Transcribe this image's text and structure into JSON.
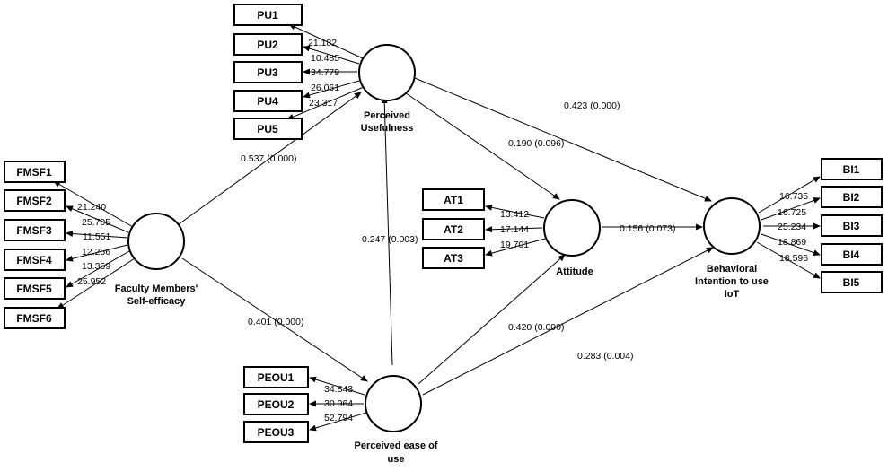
{
  "constructs": {
    "pu": {
      "name": [
        "Perceived",
        "Usefulness"
      ]
    },
    "fmsf": {
      "name": [
        "Faculty Members'",
        "Self-efficacy"
      ]
    },
    "at": {
      "name": [
        "Attitude"
      ]
    },
    "bi": {
      "name": [
        "Behavioral",
        "Intention to use",
        "IoT"
      ]
    },
    "peou": {
      "name": [
        "Perceived ease of",
        "use"
      ]
    }
  },
  "indicators": {
    "pu": [
      {
        "label": "PU1",
        "loading": "21.182"
      },
      {
        "label": "PU2",
        "loading": "10.485"
      },
      {
        "label": "PU3",
        "loading": "34.779"
      },
      {
        "label": "PU4",
        "loading": "26.061"
      },
      {
        "label": "PU5",
        "loading": "23.317"
      }
    ],
    "fmsf": [
      {
        "label": "FMSF1",
        "loading": "21.240"
      },
      {
        "label": "FMSF2",
        "loading": "25.705"
      },
      {
        "label": "FMSF3",
        "loading": "11.551"
      },
      {
        "label": "FMSF4",
        "loading": "12.256"
      },
      {
        "label": "FMSF5",
        "loading": "13.359"
      },
      {
        "label": "FMSF6",
        "loading": "25.952"
      }
    ],
    "at": [
      {
        "label": "AT1",
        "loading": "13.412"
      },
      {
        "label": "AT2",
        "loading": "17.144"
      },
      {
        "label": "AT3",
        "loading": "19.701"
      }
    ],
    "bi": [
      {
        "label": "BI1",
        "loading": "16.735"
      },
      {
        "label": "BI2",
        "loading": "16.725"
      },
      {
        "label": "BI3",
        "loading": "25.234"
      },
      {
        "label": "BI4",
        "loading": "18.869"
      },
      {
        "label": "BI5",
        "loading": "18.596"
      }
    ],
    "peou": [
      {
        "label": "PEOU1",
        "loading": "34.843"
      },
      {
        "label": "PEOU2",
        "loading": "30.964"
      },
      {
        "label": "PEOU3",
        "loading": "52.794"
      }
    ]
  },
  "paths": {
    "fmsf_pu": "0.537 (0.000)",
    "fmsf_peou": "0.401 (0.000)",
    "peou_pu": "0.247 (0.003)",
    "pu_at": "0.190 (0.096)",
    "pu_bi": "0.423 (0.000)",
    "at_bi": "0.156 (0.073)",
    "peou_at": "0.420 (0.000)",
    "peou_bi": "0.283 (0.004)"
  }
}
